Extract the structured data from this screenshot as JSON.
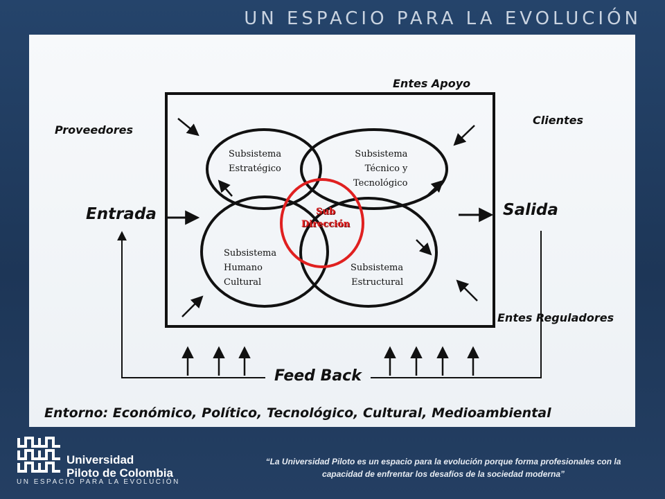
{
  "header": {
    "title": "UN ESPACIO PARA LA EVOLUCIÓN"
  },
  "diagram": {
    "entes_apoyo": "Entes  Apoyo",
    "clientes": "Clientes",
    "proveedores": "Proveedores",
    "entrada": "Entrada",
    "salida": "Salida",
    "entes_reguladores": "Entes   Reguladores",
    "feedback": "Feed Back",
    "entorno": "Entorno: Económico, Político, Tecnológico, Cultural, Medioambiental",
    "subsistemas": {
      "estrategico": [
        "Subsistema",
        "Estratégico"
      ],
      "tecnico": [
        "Subsistema",
        "Técnico y",
        "Tecnológico"
      ],
      "humano": [
        "Subsistema",
        "Humano",
        "Cultural"
      ],
      "estructural": [
        "Subsistema",
        "Estructural"
      ]
    },
    "centro": [
      "Sub",
      "Dirección"
    ],
    "colors": {
      "circle": "#111111",
      "center_circle": "#e02020",
      "center_text": "#e02020"
    }
  },
  "footer": {
    "university_line1": "Universidad",
    "university_line2": "Piloto de Colombia",
    "tagline": "UN ESPACIO PARA LA EVOLUCIÓN",
    "quote_line1": "“La Universidad Piloto es un espacio para la evolución porque forma profesionales con la",
    "quote_line2": "capacidad de enfrentar los desafíos de la sociedad moderna”"
  }
}
